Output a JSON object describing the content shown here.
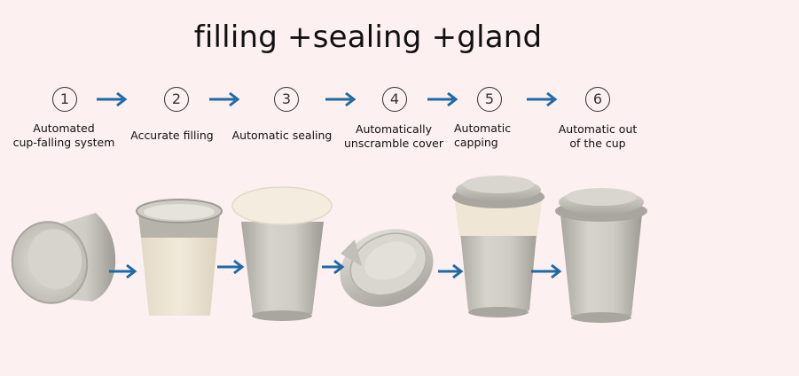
{
  "title": "filling +sealing +gland",
  "steps": [
    {
      "number": "1",
      "label": "Automated\ncup-falling system"
    },
    {
      "number": "2",
      "label": "Accurate filling"
    },
    {
      "number": "3",
      "label": "Automatic sealing"
    },
    {
      "number": "4",
      "label": "Automatically\nunscramble cover"
    },
    {
      "number": "5",
      "label": "Automatic\ncapping"
    },
    {
      "number": "6",
      "label": "Automatic out\nof the cup"
    }
  ],
  "colors": {
    "background": "#fdf0f1",
    "arrow": "#1f6aa5",
    "cup": "#c9c6be",
    "cup_fill": "#ece3d2",
    "seal": "#f3ebdd"
  }
}
